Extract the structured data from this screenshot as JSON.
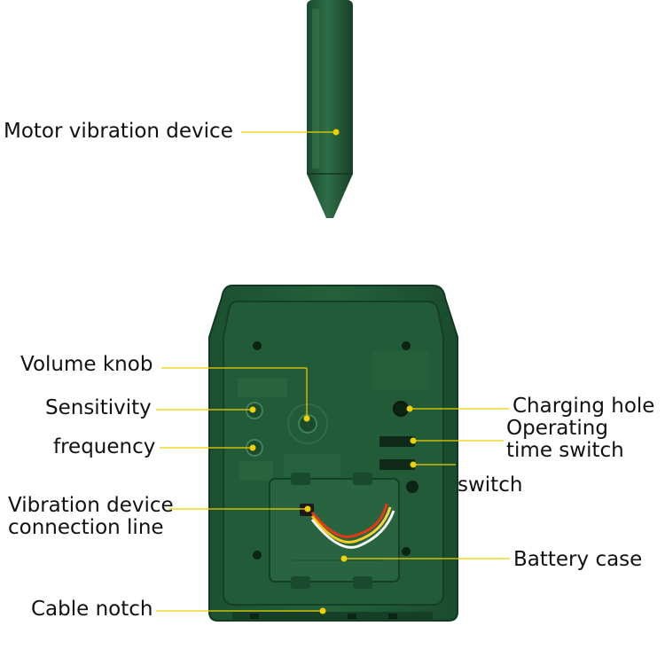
{
  "labels": {
    "motor": "Motor vibration device",
    "volume": "Volume knob",
    "sensitivity": "Sensitivity",
    "frequency": "frequency",
    "vibration_line_1": "Vibration device",
    "vibration_line_2": "connection line",
    "cable_notch": "Cable notch",
    "charging_hole": "Charging hole",
    "operating_1": "Operating",
    "operating_2": "time switch",
    "switch": "switch",
    "battery_case": "Battery case"
  },
  "colors": {
    "device_green": "#1f5a36",
    "callout_yellow": "#f0d000"
  }
}
